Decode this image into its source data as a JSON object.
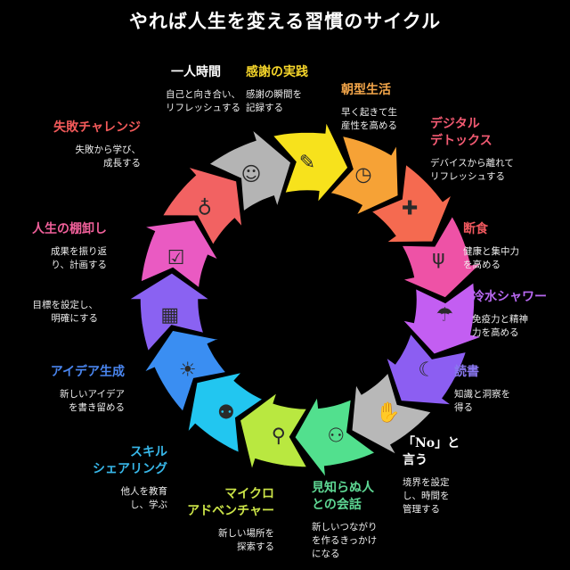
{
  "title": "やれば人生を変える習慣のサイクル",
  "steps": [
    {
      "title": "一人時間",
      "desc": "自己と向き合い、\nリフレッシュする",
      "color": "#b4b4b4",
      "title_color": "#ffffff",
      "icon": "meditation-icon",
      "glyph": "☺"
    },
    {
      "title": "感謝の実践",
      "desc": "感謝の瞬間を\n記録する",
      "color": "#f7e21c",
      "title_color": "#f5d52a",
      "icon": "journal-icon",
      "glyph": "✎"
    },
    {
      "title": "朝型生活",
      "desc": "早く起きて生\n産性を高める",
      "color": "#f6a236",
      "title_color": "#f3a64a",
      "icon": "alarm-clock-icon",
      "glyph": "◷"
    },
    {
      "title": "デジタル\nデトックス",
      "desc": "デバイスから離れて\nリフレッシュする",
      "color": "#f56a50",
      "title_color": "#f25a72",
      "icon": "phone-plus-icon",
      "glyph": "✚"
    },
    {
      "title": "断食",
      "desc": "健康と集中力\nを高める",
      "color": "#ee52a6",
      "title_color": "#f0585e",
      "icon": "clock-utensils-icon",
      "glyph": "ψ"
    },
    {
      "title": "冷水シャワー",
      "desc": "免疫力と精神\n力を高める",
      "color": "#c35ef2",
      "title_color": "#b868f0",
      "icon": "shower-icon",
      "glyph": "☂"
    },
    {
      "title": "読書",
      "desc": "知識と洞察を\n得る",
      "color": "#8c5ef2",
      "title_color": "#8a78f0",
      "icon": "book-icon",
      "glyph": "☾"
    },
    {
      "title": "「No」と\n言う",
      "desc": "境界を設定\nし、時間を\n管理する",
      "color": "#b8b8b8",
      "title_color": "#ffffff",
      "icon": "hand-stop-icon",
      "glyph": "✋"
    },
    {
      "title": "見知らぬ人\nとの会話",
      "desc": "新しいつながり\nを作るきっかけ\nになる",
      "color": "#52e08e",
      "title_color": "#5ed894",
      "icon": "faces-icon",
      "glyph": "⚇"
    },
    {
      "title": "マイクロ\nアドベンチャー",
      "desc": "新しい場所を\n探索する",
      "color": "#b9e840",
      "title_color": "#cce448",
      "icon": "location-pin-icon",
      "glyph": "⚲"
    },
    {
      "title": "スキル\nシェアリング",
      "desc": "他人を教育\nし、学ぶ",
      "color": "#22c6f0",
      "title_color": "#38b8ea",
      "icon": "people-idea-icon",
      "glyph": "⚉"
    },
    {
      "title": "アイデア生成",
      "desc": "新しいアイデア\nを書き留める",
      "color": "#3a8ef2",
      "title_color": "#4a86f0",
      "icon": "lightbulb-pencil-icon",
      "glyph": "☀"
    },
    {
      "title": "",
      "desc": "目標を設定し、\n明確にする",
      "color": "#8a62f2",
      "title_color": "#ffffff",
      "icon": "calendar-icon",
      "glyph": "▦"
    },
    {
      "title": "人生の棚卸し",
      "desc": "成果を振り返\nり、計画する",
      "color": "#ea5ac2",
      "title_color": "#f0609a",
      "icon": "checklist-icon",
      "glyph": "☑"
    },
    {
      "title": "失敗チャレンジ",
      "desc": "失敗から学び、\n成長する",
      "color": "#f26262",
      "title_color": "#f25a5a",
      "icon": "lightbulb-icon",
      "glyph": "♁"
    }
  ]
}
